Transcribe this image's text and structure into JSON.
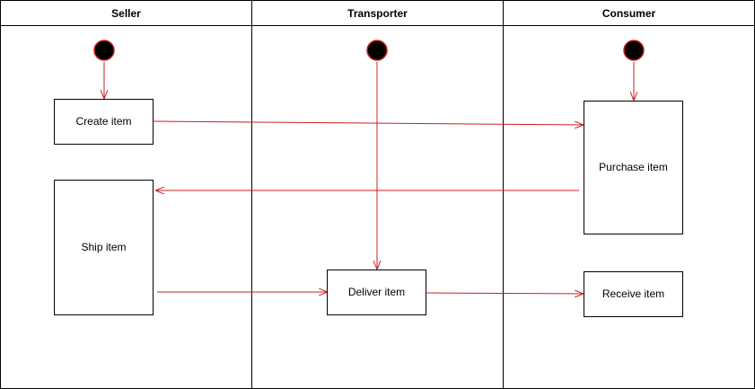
{
  "colors": {
    "flow": "#cc1f1f",
    "border": "#000000",
    "start_fill": "#000000"
  },
  "lanes": [
    {
      "id": "seller",
      "title": "Seller"
    },
    {
      "id": "transporter",
      "title": "Transporter"
    },
    {
      "id": "consumer",
      "title": "Consumer"
    }
  ],
  "nodes": {
    "create_item": "Create item",
    "purchase_item": "Purchase item",
    "ship_item": "Ship item",
    "deliver_item": "Deliver item",
    "receive_item": "Receive item"
  },
  "start_nodes": [
    "seller",
    "transporter",
    "consumer"
  ],
  "flows": [
    {
      "from": "start-seller",
      "to": "create_item"
    },
    {
      "from": "start-consumer",
      "to": "purchase_item"
    },
    {
      "from": "start-transporter",
      "to": "deliver_item"
    },
    {
      "from": "create_item",
      "to": "purchase_item"
    },
    {
      "from": "purchase_item",
      "to": "ship_item"
    },
    {
      "from": "ship_item",
      "to": "deliver_item"
    },
    {
      "from": "deliver_item",
      "to": "receive_item"
    }
  ]
}
